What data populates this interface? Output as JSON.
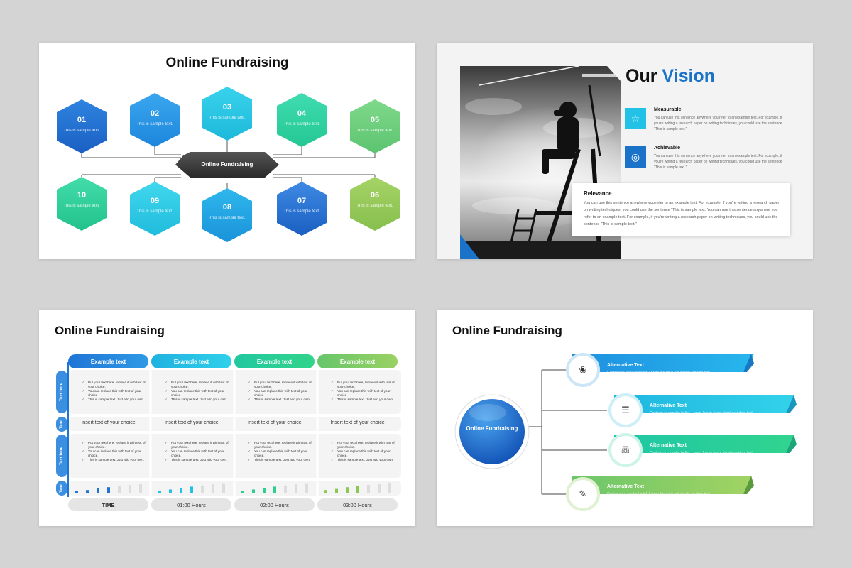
{
  "slide1": {
    "title": "Online Fundraising",
    "center_label": "Online Fundraising",
    "hexagons": [
      {
        "num": "01",
        "text": "This is sample text."
      },
      {
        "num": "02",
        "text": "This is sample text."
      },
      {
        "num": "03",
        "text": "This is sample text."
      },
      {
        "num": "04",
        "text": "This is sample text."
      },
      {
        "num": "05",
        "text": "This is sample text."
      },
      {
        "num": "10",
        "text": "This is sample text."
      },
      {
        "num": "09",
        "text": "This is sample text."
      },
      {
        "num": "08",
        "text": "This is sample text."
      },
      {
        "num": "07",
        "text": "This is sample text."
      },
      {
        "num": "06",
        "text": "This is sample text."
      }
    ]
  },
  "slide2": {
    "title_part1": "Our",
    "title_part2": "Vision",
    "items": [
      {
        "heading": "Measurable",
        "body": "You can use this sentence anywhere you refer to an example text. For example, if you're writing a research paper on writing techniques, you could use the sentence \"This is sample text.\"",
        "icon": "medal-icon"
      },
      {
        "heading": "Achievable",
        "body": "You can use this sentence anywhere you refer to an example text. For example, if you're writing a research paper on writing techniques, you could use the sentence \"This is sample text.\"",
        "icon": "target-icon"
      }
    ],
    "relevance": {
      "heading": "Relevance",
      "body": "You can use this sentence anywhere you refer to an example text. For example, if you're writing a research paper on writing techniques, you could use the sentence \"This is sample text. You can use this sentence anywhere you refer to an example text. For example, if you're writing a research paper on writing techniques, you could use the sentence \"This is sample text.\""
    }
  },
  "slide3": {
    "title": "Online Fundraising",
    "columns": [
      "Example text",
      "Example text",
      "Example text",
      "Example text"
    ],
    "side_labels": [
      "Text here",
      "Text",
      "Text here",
      "Text"
    ],
    "bullets": [
      "Put your text here, replace it with text of your choice.",
      "You can replace this with text of your choice",
      "This is sample text. Just add your own."
    ],
    "bullets_row2": [
      "Put your text here, replace it with text of your choice.",
      "You can replace this with text of your choice.",
      "This is sample text. Just add your own."
    ],
    "insert_text": "Insert text of your choice",
    "footer": [
      "TIME",
      "01:00 Hours",
      "02:00 Hours",
      "03:00 Hours"
    ],
    "bar_levels": [
      [
        0.2,
        0.3,
        0.45,
        0.55,
        0.65,
        0.75,
        0.85
      ],
      [
        0.2,
        0.35,
        0.45,
        0.6,
        0.7,
        0.8,
        0.9
      ],
      [
        0.25,
        0.35,
        0.5,
        0.6,
        0.7,
        0.8,
        0.9
      ],
      [
        0.3,
        0.4,
        0.55,
        0.65,
        0.75,
        0.85,
        0.95
      ]
    ]
  },
  "slide4": {
    "title": "Online Fundraising",
    "circle_label": "Online Fundraising",
    "banners": [
      {
        "heading": "Alternative Text",
        "body": "Contrary to popular belief, Lorem Ipsum is not simply random text. It has roots in classical Latin literature.",
        "icon": "hands-plant-icon"
      },
      {
        "heading": "Alternative Text",
        "body": "Contrary to popular belief, Lorem Ipsum is not simply random text. It has roots in classical Latin literature.",
        "icon": "laptop-donate-icon"
      },
      {
        "heading": "Alternative Text",
        "body": "Contrary to popular belief, Lorem Ipsum is not simply random text. It has roots in classical Latin literature.",
        "icon": "phone-payment-icon"
      },
      {
        "heading": "Alternative Text",
        "body": "Contrary to popular belief, Lorem Ipsum is not simply random text. It has roots in classical Latin literature.",
        "icon": "checklist-icon"
      }
    ]
  },
  "colors": {
    "blue": "#1f74d6",
    "cyan": "#22c1e6",
    "green": "#2ecf8e",
    "lime": "#8cc850",
    "dark": "#333333",
    "accent": "#1a73c9"
  }
}
